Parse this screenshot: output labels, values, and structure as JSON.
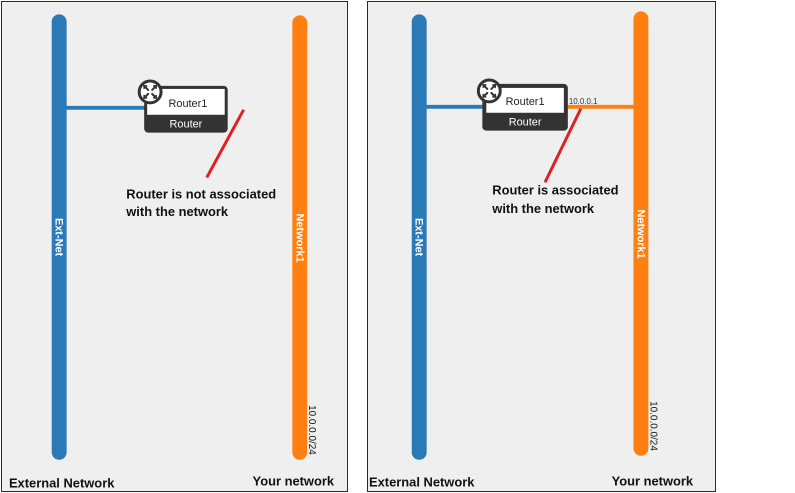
{
  "panels": {
    "left": {
      "ext_net": {
        "label": "Ext-Net",
        "color": "#2a7ab8"
      },
      "network": {
        "label": "Network1",
        "cidr": "10.0.0.0/24",
        "color": "#ff8010"
      },
      "router": {
        "name": "Router1",
        "type": "Router"
      },
      "annotation": {
        "line1": "Router is not associated",
        "line2": "with the network"
      },
      "footer_left": "External Network",
      "footer_right": "Your network"
    },
    "right": {
      "ext_net": {
        "label": "Ext-Net",
        "color": "#2a7ab8"
      },
      "network": {
        "label": "Network1",
        "cidr": "10.0.0.0/24",
        "color": "#ff8010"
      },
      "router": {
        "name": "Router1",
        "type": "Router",
        "interface_ip": "10.0.0.1"
      },
      "annotation": {
        "line1": "Router is associated",
        "line2": "with the network"
      },
      "footer_left": "External Network",
      "footer_right": "Your network"
    }
  },
  "colors": {
    "annotation_arrow": "#e02020",
    "router_dark": "#333333"
  }
}
